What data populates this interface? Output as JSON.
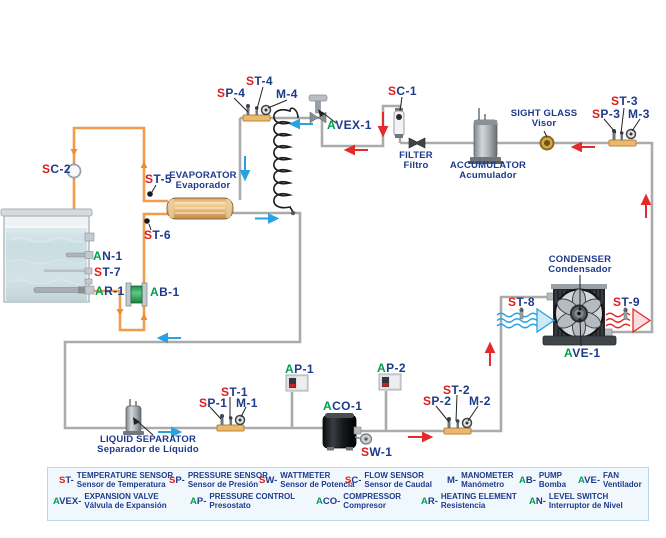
{
  "diagram": {
    "labels": {
      "sc2": {
        "pre": "S",
        "rest": "C-2"
      },
      "st4": {
        "pre": "S",
        "rest": "T-4"
      },
      "sp4": {
        "pre": "S",
        "rest": "P-4"
      },
      "m4": {
        "rest": "M-4"
      },
      "avex1": {
        "pre": "A",
        "rest": "VEX-1"
      },
      "sc1": {
        "pre": "S",
        "rest": "C-1"
      },
      "st3": {
        "pre": "S",
        "rest": "T-3"
      },
      "sp3": {
        "pre": "S",
        "rest": "P-3"
      },
      "m3": {
        "rest": "M-3"
      },
      "st8": {
        "pre": "S",
        "rest": "T-8"
      },
      "st9": {
        "pre": "S",
        "rest": "T-9"
      },
      "ave1": {
        "pre": "A",
        "rest": "VE-1"
      },
      "st5": {
        "pre": "S",
        "rest": "T-5"
      },
      "st6": {
        "pre": "S",
        "rest": "T-6"
      },
      "st7": {
        "pre": "S",
        "rest": "T-7"
      },
      "an1": {
        "pre": "A",
        "rest": "N-1"
      },
      "ar1": {
        "pre": "A",
        "rest": "R-1"
      },
      "ab1": {
        "pre": "A",
        "rest": "B-1"
      },
      "st1": {
        "pre": "S",
        "rest": "T-1"
      },
      "sp1": {
        "pre": "S",
        "rest": "P-1"
      },
      "m1": {
        "rest": "M-1"
      },
      "ap1": {
        "pre": "A",
        "rest": "P-1"
      },
      "ap2": {
        "pre": "A",
        "rest": "P-2"
      },
      "aco1": {
        "pre": "A",
        "rest": "CO-1"
      },
      "sw1": {
        "pre": "S",
        "rest": "W-1"
      },
      "st2": {
        "pre": "S",
        "rest": "T-2"
      },
      "sp2": {
        "pre": "S",
        "rest": "P-2"
      },
      "m2": {
        "rest": "M-2"
      }
    },
    "components": {
      "evaporator": {
        "en": "EVAPORATOR",
        "es": "Evaporador"
      },
      "filter": {
        "en": "FILTER",
        "es": "Filtro"
      },
      "accumulator": {
        "en": "ACCUMULATOR",
        "es": "Acumulador"
      },
      "sight_glass": {
        "en": "SIGHT GLASS",
        "es": "Visor"
      },
      "condenser": {
        "en": "CONDENSER",
        "es": "Condensador"
      },
      "liquid_separator": {
        "en": "LIQUID SEPARATOR",
        "es": "Separador de Líquido"
      }
    },
    "colors": {
      "label_blue": "#1e3a8c",
      "sensor_red": "#e01b1b",
      "actuator_green": "#009e4d",
      "pipe_gray": "#ababab",
      "pipe_water_orange": "#f09c4a",
      "arrow_blue": "#2aa1e4",
      "arrow_red": "#e22b2b",
      "sensor_bar_tan": "#ecb869"
    }
  },
  "legend": {
    "items": [
      {
        "code_pre": "S",
        "code_rest": "T-",
        "en": "TEMPERATURE SENSOR",
        "es": "Sensor de Temperatura"
      },
      {
        "code_pre": "S",
        "code_rest": "P-",
        "en": "PRESSURE SENSOR",
        "es": "Sensor de Presión"
      },
      {
        "code_pre": "S",
        "code_rest": "W-",
        "en": "WATTMETER",
        "es": "Sensor de Potencia"
      },
      {
        "code_pre": "S",
        "code_rest": "C-",
        "en": "FLOW SENSOR",
        "es": "Sensor de Caudal"
      },
      {
        "code_pre": "",
        "code_rest": "M-",
        "en": "MANOMETER",
        "es": "Manómetro"
      },
      {
        "code_pre": "A",
        "code_rest": "B-",
        "en": "PUMP",
        "es": "Bomba"
      },
      {
        "code_pre": "A",
        "code_rest": "VE-",
        "en": "FAN",
        "es": "Ventilador"
      },
      {
        "code_pre": "A",
        "code_rest": "VEX-",
        "en": "EXPANSION VALVE",
        "es": "Válvula de Expansión"
      },
      {
        "code_pre": "A",
        "code_rest": "P-",
        "en": "PRESSURE CONTROL",
        "es": "Presostato"
      },
      {
        "code_pre": "A",
        "code_rest": "CO-",
        "en": "COMPRESSOR",
        "es": "Compresor"
      },
      {
        "code_pre": "A",
        "code_rest": "R-",
        "en": "HEATING ELEMENT",
        "es": "Resistencia"
      },
      {
        "code_pre": "A",
        "code_rest": "N-",
        "en": "LEVEL SWITCH",
        "es": "Interruptor de Nivel"
      }
    ]
  }
}
